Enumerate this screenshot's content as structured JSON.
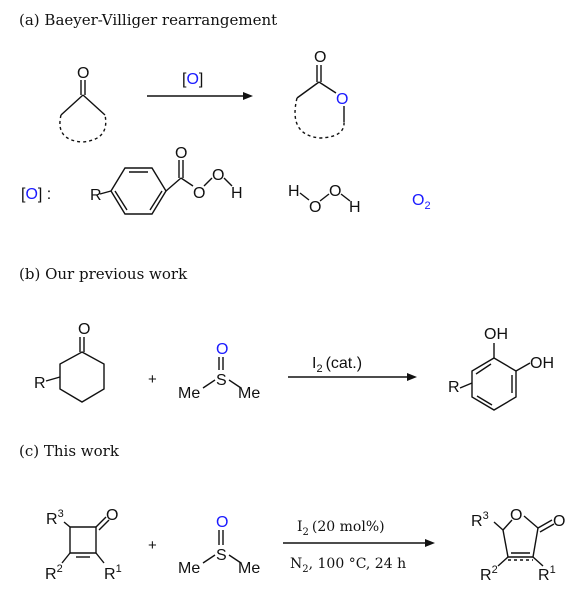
{
  "sections": {
    "a": "(a) Baeyer-Villiger rearrangement",
    "b": "(b) Our previous work",
    "c": "(c) This work"
  },
  "reagents": {
    "oxidant": "[O]",
    "oxidant_list_label": "[O] :",
    "o2": "O",
    "o2_sub": "2",
    "i2_cat": "I",
    "i2_cat_rest": "(cat.)",
    "cond_top_rest": "(20 mol%)",
    "cond_bottom_n": "N",
    "cond_bottom_rest": ", 100 °C, 24 h"
  },
  "atoms": {
    "O": "O",
    "H": "H",
    "S": "S",
    "Me": "Me",
    "R": "R",
    "OH": "OH",
    "plus": "+",
    "sub1": "1",
    "sub2": "2",
    "sub3": "3"
  },
  "colors": {
    "heteroatom": "#1a1aff",
    "text": "#111111"
  }
}
